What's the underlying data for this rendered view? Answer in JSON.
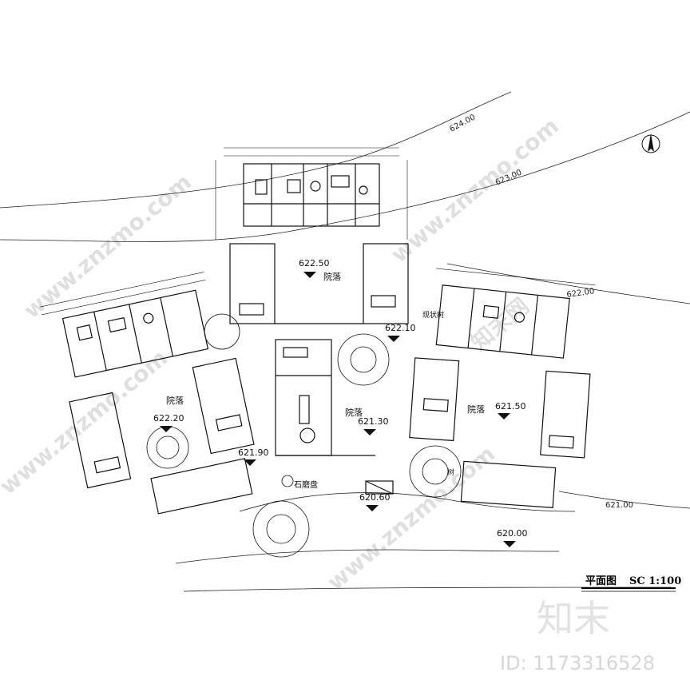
{
  "drawing": {
    "title": "平面图",
    "scale": "SC 1:100",
    "north_symbol": "north-arrow"
  },
  "contours": [
    {
      "label": "624.00"
    },
    {
      "label": "623.00"
    },
    {
      "label": "622.00"
    },
    {
      "label": "621.00"
    }
  ],
  "elevations": [
    {
      "value": "622.50"
    },
    {
      "value": "622.10"
    },
    {
      "value": "622.20"
    },
    {
      "value": "621.30"
    },
    {
      "value": "621.50"
    },
    {
      "value": "621.90"
    },
    {
      "value": "620.60"
    },
    {
      "value": "620.00"
    }
  ],
  "spaces": {
    "courtyard_north": "院落",
    "courtyard_west": "院落",
    "courtyard_center": "院落",
    "courtyard_east": "院落",
    "stone_mill": "石磨盘",
    "existing_tree": "现状树",
    "trees": "树"
  },
  "watermark": {
    "site": "www.znzmo.com",
    "brand": "知末网",
    "logo": "知末",
    "id": "ID: 1173316528"
  }
}
